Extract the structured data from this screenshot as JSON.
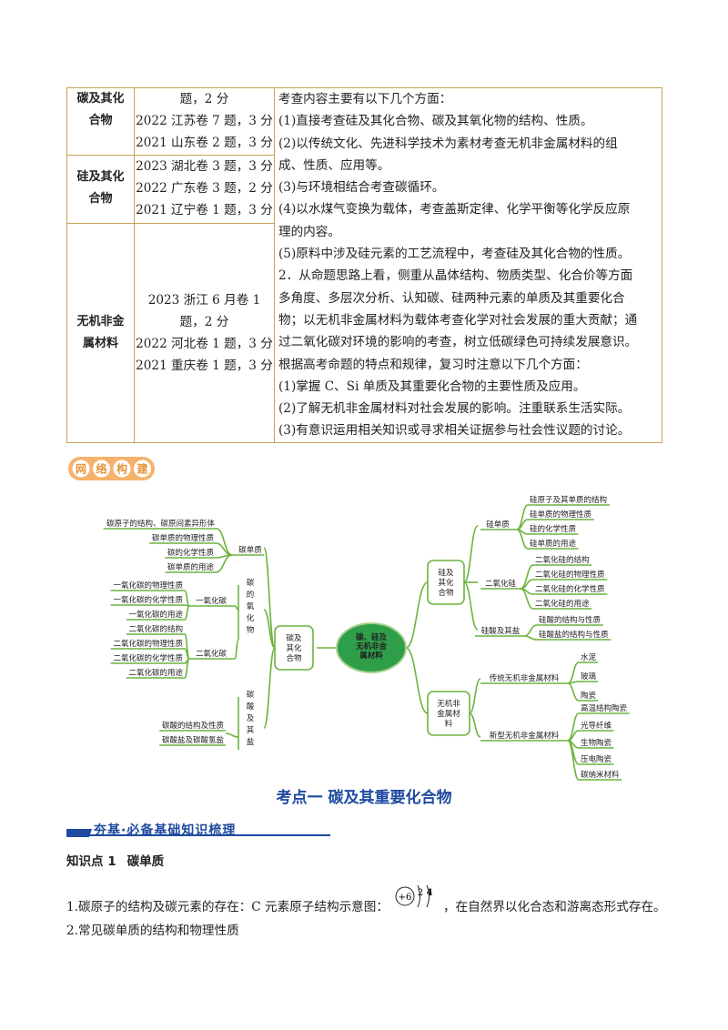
{
  "table": {
    "rows": [
      {
        "topic": [
          "碳及其化",
          "合物"
        ],
        "sources": [
          "题，2 分",
          "2022 江苏卷 7 题，3 分",
          "2021 山东卷 2 题，3 分"
        ]
      },
      {
        "topic": [
          "硅及其化",
          "合物"
        ],
        "sources": [
          "2023 湖北卷 3 题，3 分",
          "2022 广东卷 3 题，2 分",
          "2021 辽宁卷 1 题，3 分"
        ]
      },
      {
        "topic": [
          "无机非金",
          "属材料"
        ],
        "sources": [
          "2023 浙江 6 月卷 1",
          "题，2 分",
          "2022 河北卷 1 题，3 分",
          "2021 重庆卷 1 题，3 分"
        ]
      }
    ],
    "analysis": [
      "考查内容主要有以下几个方面：",
      "(1)直接考查硅及其化合物、碳及其氧化物的结构、性质。",
      "(2)以传统文化、先进科学技术为素材考查无机非金属材料的组",
      "成、性质、应用等。",
      "(3)与环境相结合考查碳循环。",
      "(4)以水煤气变换为载体，考查盖斯定律、化学平衡等化学反应原",
      "理的内容。",
      "(5)原料中涉及硅元素的工艺流程中，考查硅及其化合物的性质。",
      "2．从命题思路上看，侧重从晶体结构、物质类型、化合价等方面",
      "多角度、多层次分析、认知碳、硅两种元素的单质及其重要化合",
      "物；以无机非金属材料为载体考查化学对社会发展的重大贡献；通",
      "过二氧化碳对环境的影响的考查，树立低碳绿色可持续发展意识。",
      "根据高考命题的特点和规律，复习时注意以下几个方面：",
      "(1)掌握 C、Si 单质及其重要化合物的主要性质及应用。",
      "(2)了解无机非金属材料对社会发展的影响。注重联系生活实际。",
      "(3)有意识运用相关知识或寻求相关证据参与社会性议题的讨论。"
    ]
  },
  "section_tag": "网络构建",
  "mindmap": {
    "center": [
      "碳、硅及",
      "无机非金",
      "属材料"
    ],
    "carbon": {
      "label": [
        "碳及",
        "其化",
        "合物"
      ],
      "simple": {
        "label": "碳单质",
        "items": [
          "碳原子的结构、碳原间素异形体",
          "碳单质的物理性质",
          "碳的化学性质",
          "碳单质的用途"
        ]
      },
      "oxide_label": [
        "碳",
        "的",
        "氧",
        "化",
        "物"
      ],
      "co": {
        "label": "一氧化碳",
        "items": [
          "一氧化碳的物理性质",
          "一氧化碳的化学性质",
          "一氧化碳的用途"
        ]
      },
      "co2": {
        "label": "二氧化碳",
        "items": [
          "二氧化碳的结构",
          "二氧化碳的物理性质",
          "二氧化碳的化学性质",
          "二氧化碳的用途"
        ]
      },
      "acid_label": [
        "碳",
        "酸",
        "及",
        "其",
        "盐"
      ],
      "acid_items": [
        "碳酸的结构及性质",
        "碳酸盐及碳酸氢盐"
      ]
    },
    "silicon": {
      "label": [
        "硅及",
        "其化",
        "合物"
      ],
      "simple": {
        "label": "硅单质",
        "items": [
          "硅原子及其单质的结构",
          "硅单质的物理性质",
          "硅的化学性质",
          "硅单质的用途"
        ]
      },
      "sio2": {
        "label": "二氧化硅",
        "items": [
          "二氧化硅的结构",
          "二氧化硅的物理性质",
          "二氧化硅的化学性质",
          "二氧化硅的用途"
        ]
      },
      "acid": {
        "label": "硅酸及其盐",
        "items": [
          "硅酸的结构与性质",
          "硅酸盐的结构与性质"
        ]
      }
    },
    "materials": {
      "label": [
        "无机非",
        "金属材",
        "料"
      ],
      "traditional": {
        "label": "传统无机非金属材料",
        "items": [
          "水泥",
          "玻璃",
          "陶瓷"
        ]
      },
      "new": {
        "label": "新型无机非金属材料",
        "items": [
          "高温结构陶瓷",
          "光导纤维",
          "生物陶瓷",
          "压电陶瓷",
          "碳纳米材料"
        ]
      }
    }
  },
  "section_title": "考点一    碳及其重要化合物",
  "subsection": "夯基·必备基础知识梳理",
  "knowledge_point": {
    "num": "知识点 1",
    "title": "碳单质"
  },
  "para1_before": "1.碳原子的结构及碳元素的存在：C 元素原子结构示意图：",
  "para1_after": "，在自然界以化合态和游离态形式存在。",
  "atom": {
    "nucleus": "+6",
    "e1": "2",
    "e2": "4"
  },
  "para2": "2.常见碳单质的结构和物理性质",
  "colors": {
    "border": "#c9a255",
    "mindmap_line": "#6cb33f",
    "center_fill": "#2f9e49",
    "title_blue": "#1e4aa0"
  }
}
